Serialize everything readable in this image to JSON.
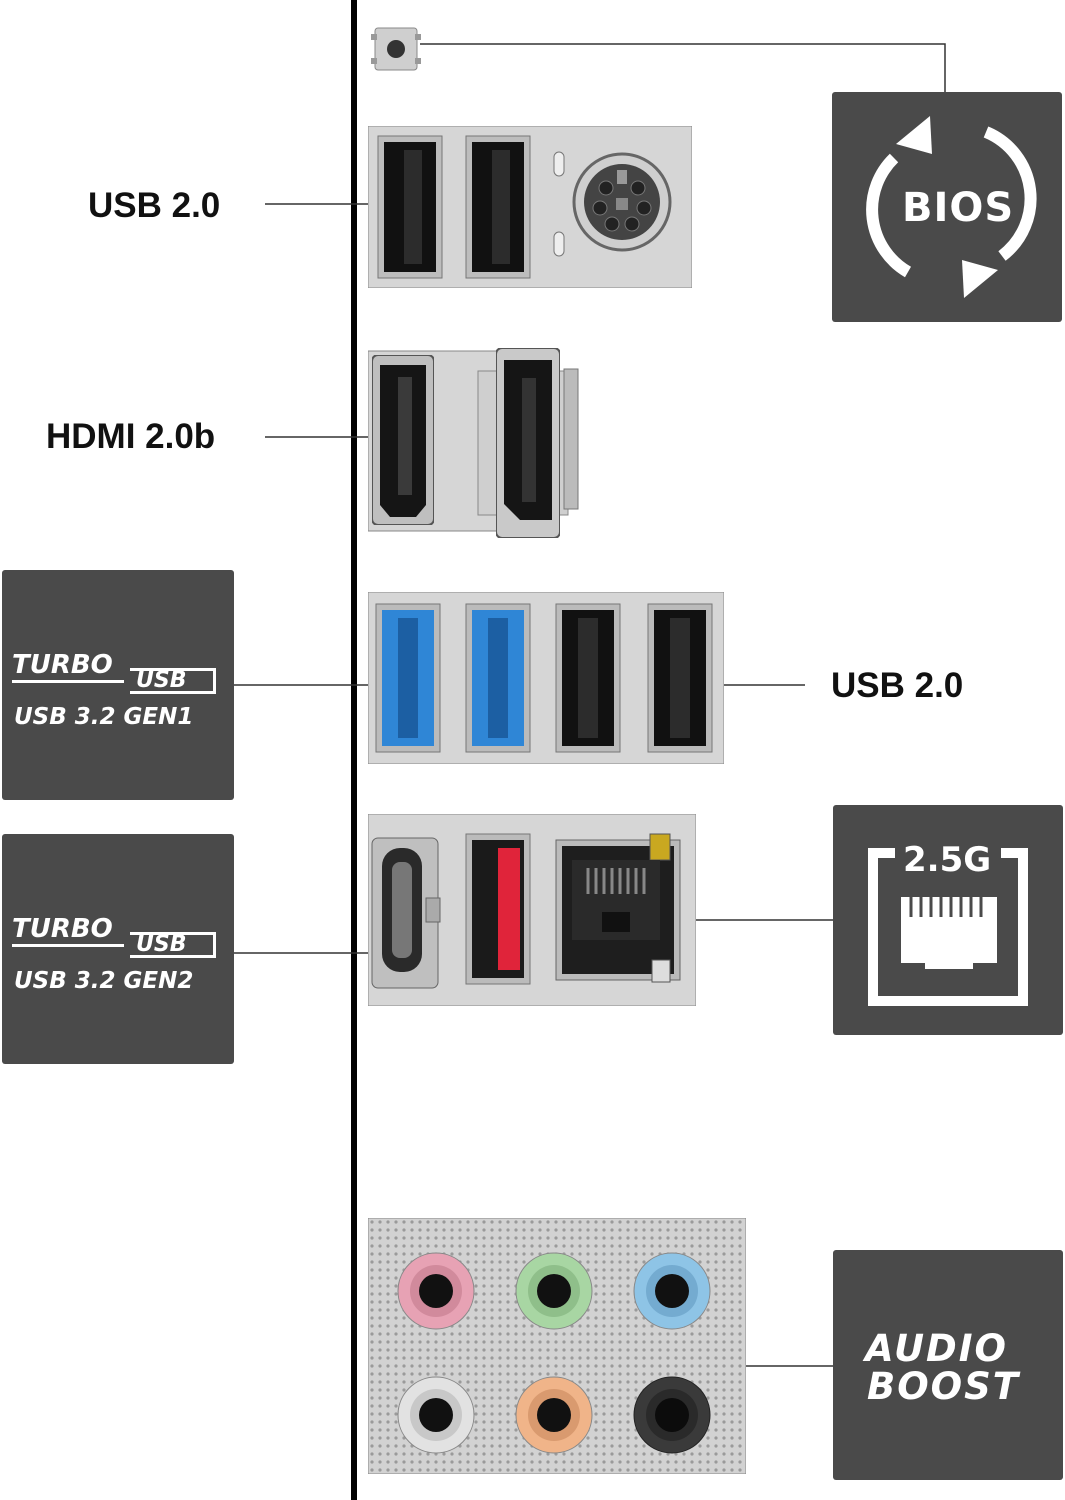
{
  "labels": {
    "usb20_top": "USB 2.0",
    "hdmi": "HDMI 2.0b",
    "usb20_right": "USB 2.0"
  },
  "badges": {
    "bios": "BIOS",
    "lan": "2.5G",
    "audio_line1": "AUDIO",
    "audio_line2": "BOOST",
    "turbo_gen1": {
      "turbo": "TURBO",
      "usb": "USB",
      "spec": "USB 3.2 GEN1"
    },
    "turbo_gen2": {
      "turbo": "TURBO",
      "usb": "USB",
      "spec": "USB 3.2 GEN2"
    }
  },
  "colors": {
    "tile": "#4a4a4a",
    "panel": "#d6d6d6",
    "usb3_blue": "#2f86d6",
    "usb32_red": "#e0243a",
    "audio_pink": "#e7a2b4",
    "audio_green": "#a8d6a3",
    "audio_blue": "#8ec4e6",
    "audio_grey": "#d8d8d8",
    "audio_orange": "#f0b489",
    "audio_black": "#3a3a3a"
  },
  "icons": [
    "flash-button-icon",
    "bios-refresh-icon",
    "ethernet-port-icon",
    "ps2-port-icon"
  ]
}
